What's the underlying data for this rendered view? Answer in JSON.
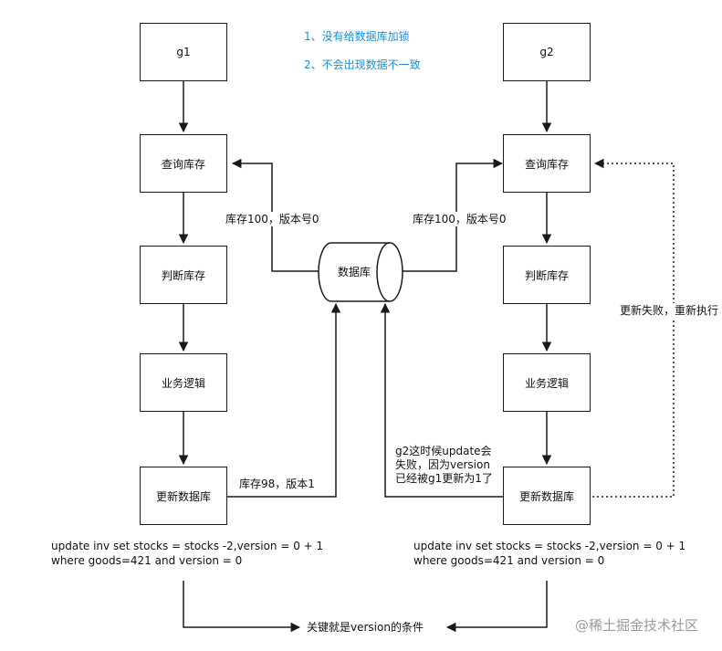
{
  "notes": {
    "line1": "1、没有给数据库加锁",
    "line2": "2、不会出现数据不一致"
  },
  "left": {
    "title": "g1",
    "query": "查询库存",
    "judge": "判断库存",
    "logic": "业务逻辑",
    "update": "更新数据库",
    "read_label": "库存100，版本号0",
    "write_label": "库存98，版本1",
    "sql_line1": "update inv set stocks = stocks -2,version = 0 + 1",
    "sql_line2": "where goods=421 and version = 0"
  },
  "right": {
    "title": "g2",
    "query": "查询库存",
    "judge": "判断库存",
    "logic": "业务逻辑",
    "update": "更新数据库",
    "read_label": "库存100，版本号0",
    "fail_line1": "g2这时候update会",
    "fail_line2": "失败，因为version",
    "fail_line3": "已经被g1更新为1了",
    "retry_label": "更新失败，重新执行",
    "sql_line1": "update inv set stocks = stocks -2,version = 0 + 1",
    "sql_line2": "where goods=421 and version = 0"
  },
  "database": {
    "label": "数据库"
  },
  "key_label": "关键就是version的条件",
  "watermark": "@稀土掘金技术社区"
}
